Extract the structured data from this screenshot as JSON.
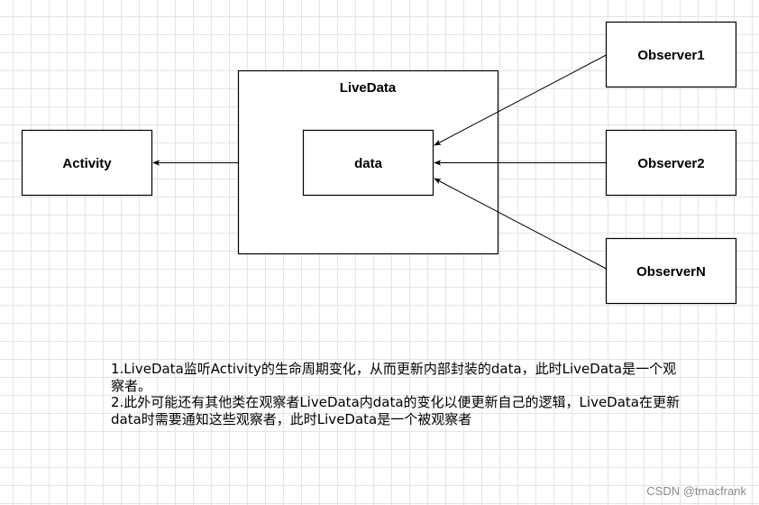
{
  "nodes": {
    "activity": {
      "label": "Activity"
    },
    "livedata": {
      "label": "LiveData"
    },
    "data": {
      "label": "data"
    },
    "observer1": {
      "label": "Observer1"
    },
    "observer2": {
      "label": "Observer2"
    },
    "observerN": {
      "label": "ObserverN"
    }
  },
  "edges": [
    {
      "from": "livedata",
      "to": "activity"
    },
    {
      "from": "observer1",
      "to": "data"
    },
    {
      "from": "observer2",
      "to": "data"
    },
    {
      "from": "observerN",
      "to": "data"
    }
  ],
  "notes": {
    "line1": "1.LiveData监听Activity的生命周期变化，从而更新内部封装的data，此时LiveData是一个观察者。",
    "line2": "2.此外可能还有其他类在观察者LiveData内data的变化以便更新自己的逻辑，LiveData在更新data时需要通知这些观察者，此时LiveData是一个被观察者"
  },
  "watermark": "CSDN @tmacfrank"
}
